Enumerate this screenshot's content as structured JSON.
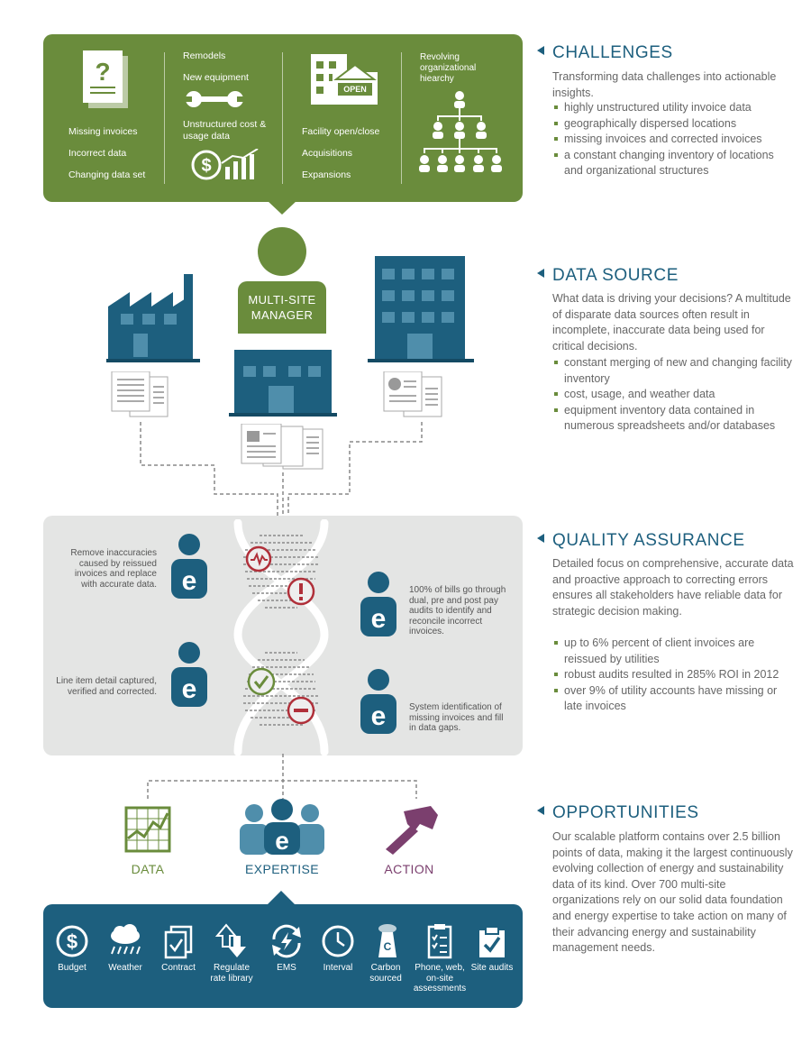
{
  "challenges": {
    "title": "CHALLENGES",
    "intro": "Transforming data challenges into actionable insights.",
    "bullets": [
      "highly unstructured utility invoice data",
      "geographically dispersed locations",
      "missing invoices and corrected invoices",
      "a constant changing inventory of locations and organizational structures"
    ],
    "panel": {
      "col1": [
        "Missing invoices",
        "Incorrect data",
        "Changing data set"
      ],
      "col2_top": [
        "Remodels",
        "New equipment"
      ],
      "col2_bottom": "Unstructured cost & usage data",
      "col3": [
        "Facility open/close",
        "Acquisitions",
        "Expansions"
      ],
      "col4": "Revolving organizational hiearchy",
      "open_sign": "OPEN"
    }
  },
  "data_source": {
    "title": "DATA SOURCE",
    "intro": "What data is driving your decisions? A multitude of disparate data sources often result in incomplete, inaccurate data being used for critical decisions.",
    "bullets": [
      "constant merging of new and changing facility inventory",
      "cost, usage, and weather data",
      "equipment inventory data contained in numerous spreadsheets and/or databases"
    ],
    "manager_label": "MULTI-SITE MANAGER"
  },
  "quality_assurance": {
    "title": "QUALITY ASSURANCE",
    "intro": "Detailed focus on comprehensive, accurate data and proactive approach to correcting errors ensures all stakeholders have reliable data for strategic decision making.",
    "bullets": [
      "up to 6% percent of client invoices are reissued by utilities",
      "robust audits resulted in 285% ROI in 2012",
      "over 9% of utility accounts have missing or late invoices"
    ],
    "panel": {
      "left_top": "Remove inaccuracies caused by reissued invoices and replace with accurate data.",
      "left_bottom": "Line item detail captured, verified and corrected.",
      "right_top": "100% of bills go through dual, pre and post pay audits to identify and reconcile incorrect invoices.",
      "right_bottom": "System identification of missing invoices and fill in data gaps.",
      "person_letter": "e"
    }
  },
  "opportunities": {
    "title": "OPPORTUNITIES",
    "intro": "Our scalable platform contains over 2.5 billion points of data, making it the largest continuously evolving collection of energy and sustainability data of its kind. Over 700 multi-site organizations rely on our solid data foundation and energy expertise to take action on many of their advancing energy and sustainability management needs.",
    "categories": [
      {
        "label": "DATA",
        "color": "#6a8c3c",
        "icon": "chart-icon"
      },
      {
        "label": "EXPERTISE",
        "color": "#1d5f7e",
        "icon": "team-icon"
      },
      {
        "label": "ACTION",
        "color": "#7b3f6e",
        "icon": "hammer-icon"
      }
    ],
    "services": [
      {
        "label": "Budget",
        "icon": "dollar-icon"
      },
      {
        "label": "Weather",
        "icon": "cloud-rain-icon"
      },
      {
        "label": "Contract",
        "icon": "contract-check-icon"
      },
      {
        "label": "Regulate rate library",
        "icon": "arrows-updown-icon"
      },
      {
        "label": "EMS",
        "icon": "ems-cycle-icon"
      },
      {
        "label": "Interval",
        "icon": "clock-icon"
      },
      {
        "label": "Carbon sourced",
        "icon": "carbon-plant-icon"
      },
      {
        "label": "Phone, web, on-site assessments",
        "icon": "clipboard-icon"
      },
      {
        "label": "Site audits",
        "icon": "audit-check-icon"
      }
    ]
  },
  "colors": {
    "green": "#6a8c3c",
    "teal": "#1d5f7e",
    "purple": "#7b3f6e",
    "red": "#b0303a",
    "grey_panel": "#e4e5e4"
  }
}
